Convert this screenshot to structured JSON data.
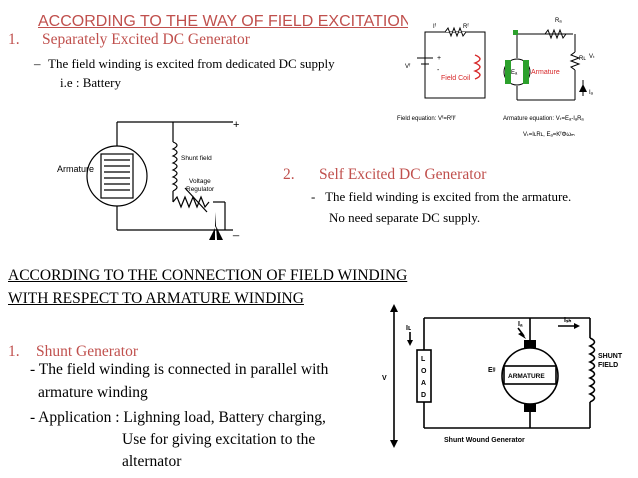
{
  "slide": {
    "top_heading": "ACCORDING TO THE WAY OF FIELD EXCITATION",
    "section1": {
      "number": "1.",
      "title": "Separately Excited DC Generator",
      "bullet_dash": "–",
      "bullet_text": "The field winding is excited from dedicated DC supply",
      "bullet_example": "i.e : Battery"
    },
    "section2": {
      "number": "2.",
      "title": "Self Excited DC Generator",
      "bullet_dash": "-",
      "bullet_text": "The field winding is excited from the armature.",
      "bullet_text2": "No need separate DC supply."
    },
    "mid_heading_line1": "ACCORDING TO THE CONNECTION OF FIELD WINDING",
    "mid_heading_line2": "WITH RESPECT TO ARMATURE WINDING",
    "section3": {
      "number": "1.",
      "title": "Shunt Generator",
      "line1": "- The field winding is connected in parallel with",
      "line2": "armature winding",
      "line3": "- Application : Lighning load, Battery charging,",
      "line4": "Use for giving excitation to the",
      "line5": "alternator"
    }
  },
  "diagrams": {
    "self_excited": {
      "armature_label": "Armature",
      "shunt_label": "Shunt field",
      "regulator_line1": "Voltage",
      "regulator_line2": "Regulator",
      "plus": "+",
      "minus": "_"
    },
    "separately_excited": {
      "vf": "Vᶠ",
      "if": "Iᶠ",
      "rf": "Rᶠ",
      "plus": "+",
      "minus": "-",
      "field_coil": "Field Coil",
      "ra": "Rₐ",
      "ea": "Eₐ",
      "armature": "Armature",
      "rl": "Rʟ",
      "vt": "Vₜ",
      "ia": "Iₐ",
      "field_eq": "Field equation: Vᶠ=RᶠIᶠ",
      "armature_eq": "Armature equation: Vₜ=Eₐ-IₐRₐ",
      "eq2": "Vₜ=IʟRʟ, Eₐ=KᶠΦωₘ"
    },
    "shunt_wound": {
      "il": "Iʟ",
      "load": [
        "L",
        "O",
        "A",
        "D"
      ],
      "v": "V",
      "ia": "Iₐ",
      "ish": "Iₛₕ",
      "eg": "Eᵍ",
      "armature": "ARMATURE",
      "shunt_field_1": "SHUNT",
      "shunt_field_2": "FIELD",
      "caption": "Shunt Wound Generator"
    }
  }
}
